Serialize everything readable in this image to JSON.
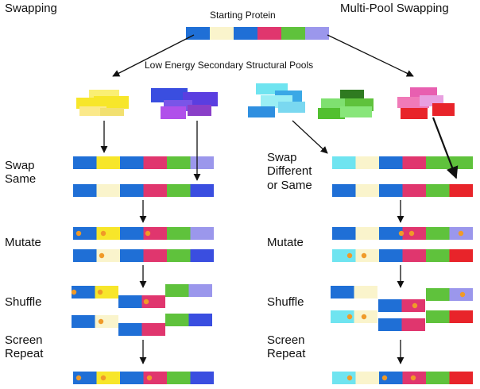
{
  "colors": {
    "blue": "#1f6fd6",
    "cream": "#faf4cc",
    "pink": "#e0366e",
    "green": "#5fc23c",
    "lavender": "#9b97ec",
    "yellow": "#f7e62a",
    "royal": "#3a4ee0",
    "cyan": "#6fe4f0",
    "red": "#e8242a",
    "mutation": "#f09a28"
  },
  "headers": {
    "left": "Swapping",
    "right": "Multi-Pool Swapping",
    "starting_protein": "Starting Protein",
    "pools": "Low Energy Secondary Structural Pools"
  },
  "left_steps": {
    "swap": "Swap\nSame",
    "mutate": "Mutate",
    "shuffle": "Shuffle",
    "screen": "Screen\nRepeat"
  },
  "right_steps": {
    "swap": "Swap\nDifferent\nor Same",
    "mutate": "Mutate",
    "shuffle": "Shuffle",
    "screen": "Screen\nRepeat"
  },
  "pool_names": [
    "yellow-pool",
    "royal-pool",
    "cyan-pool",
    "green-pool",
    "pink-pool"
  ]
}
